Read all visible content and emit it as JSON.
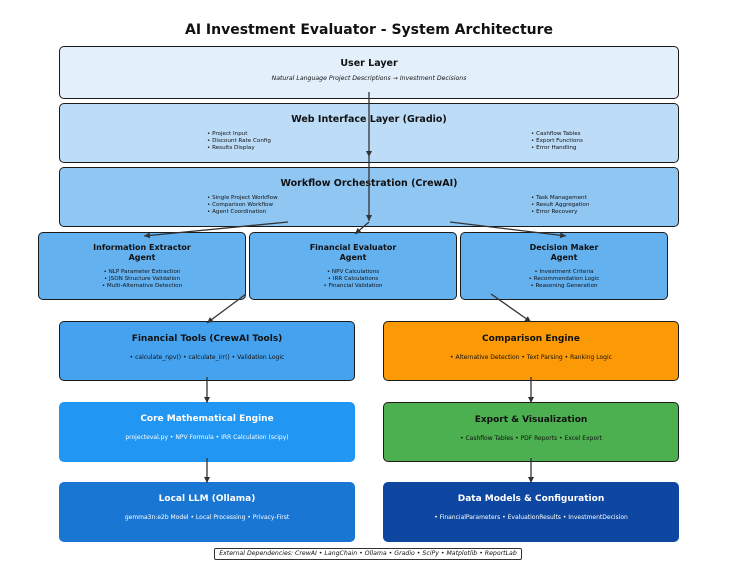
{
  "title": "AI Investment Evaluator - System Architecture",
  "colors": {
    "user_layer": "#e3f0fc",
    "web_layer": "#bcdcf8",
    "workflow_layer": "#90c6f2",
    "agents": "#64b1f0",
    "financial_tools": "#45a2ef",
    "comparison_engine": "#fb9a06",
    "core_engine": "#2196f3",
    "export_vis": "#4caf50",
    "local_llm": "#1976d2",
    "data_models": "#0d47a1",
    "arrow": "#333333"
  },
  "user_layer": {
    "title": "User Layer",
    "subtitle": "Natural Language Project Descriptions → Investment Decisions"
  },
  "web_interface": {
    "title": "Web Interface Layer (Gradio)",
    "left_items": [
      "• Project Input",
      "• Discount Rate Config",
      "• Results Display"
    ],
    "right_items": [
      "• Cashflow Tables",
      "• Export Functions",
      "• Error Handling"
    ]
  },
  "workflow": {
    "title": "Workflow Orchestration (CrewAI)",
    "left_items": [
      "• Single Project Workflow",
      "• Comparison Workflow",
      "• Agent Coordination"
    ],
    "right_items": [
      "• Task Management",
      "• Result Aggregation",
      "• Error Recovery"
    ]
  },
  "agents": [
    {
      "title_line1": "Information Extractor",
      "title_line2": "Agent",
      "items": [
        "• NLP Parameter Extraction",
        "• JSON Structure Validation",
        "• Multi-Alternative Detection"
      ]
    },
    {
      "title_line1": "Financial Evaluator",
      "title_line2": "Agent",
      "items": [
        "• NPV Calculations",
        "• IRR Calculations",
        "• Financial Validation"
      ]
    },
    {
      "title_line1": "Decision Maker",
      "title_line2": "Agent",
      "items": [
        "• Investment Criteria",
        "• Recommendation Logic",
        "• Reasoning Generation"
      ]
    }
  ],
  "financial_tools": {
    "title": "Financial Tools (CrewAI Tools)",
    "subtitle": "• calculate_npv() • calculate_irr() • Validation Logic"
  },
  "comparison_engine": {
    "title": "Comparison Engine",
    "subtitle": "• Alternative Detection • Text Parsing • Ranking Logic"
  },
  "core_engine": {
    "title": "Core Mathematical Engine",
    "subtitle": "projecteval.py • NPV Formula • IRR Calculation (scipy)"
  },
  "export_vis": {
    "title": "Export & Visualization",
    "subtitle": "• Cashflow Tables • PDF Reports • Excel Export"
  },
  "local_llm": {
    "title": "Local LLM (Ollama)",
    "subtitle": "gemma3n:e2b Model • Local Processing • Privacy-First"
  },
  "data_models": {
    "title": "Data Models & Configuration",
    "subtitle": "• FinancialParameters • EvaluationResults • InvestmentDecision"
  },
  "footer": "External Dependencies: CrewAI • LangChain • Ollama • Gradio • SciPy • Matplotlib • ReportLab"
}
